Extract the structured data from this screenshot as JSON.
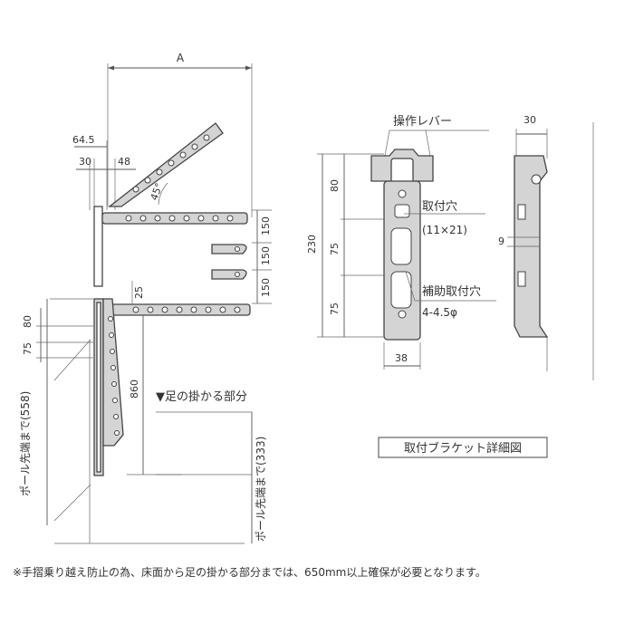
{
  "left_view": {
    "dim_A": "A",
    "dim_64_5": "64.5",
    "dim_30": "30",
    "dim_48": "48",
    "dim_angle": "45°",
    "dim_150_a": "150",
    "dim_150_b": "150",
    "dim_150_c": "150",
    "dim_25": "25",
    "dim_80": "80",
    "dim_75": "75",
    "dim_860": "860",
    "foot_section_label": "▼足の掛かる部分",
    "pole_tip_558": "ポール先端まで(558)",
    "pole_tip_333": "ポール先端まで(333)"
  },
  "bracket_front": {
    "lever_label": "操作レバー",
    "mount_hole_label": "取付穴",
    "mount_hole_size": "(11×21)",
    "aux_hole_label": "補助取付穴",
    "aux_hole_size": "4-4.5φ",
    "dim_230": "230",
    "dim_80": "80",
    "dim_75_a": "75",
    "dim_75_b": "75",
    "dim_38": "38"
  },
  "bracket_side": {
    "dim_30": "30",
    "dim_9": "9"
  },
  "detail_caption": "取付ブラケット詳細図",
  "footnote": "※手摺乗り越え防止の為、床面から足の掛かる部分までは、650mm以上確保が必要となります。"
}
